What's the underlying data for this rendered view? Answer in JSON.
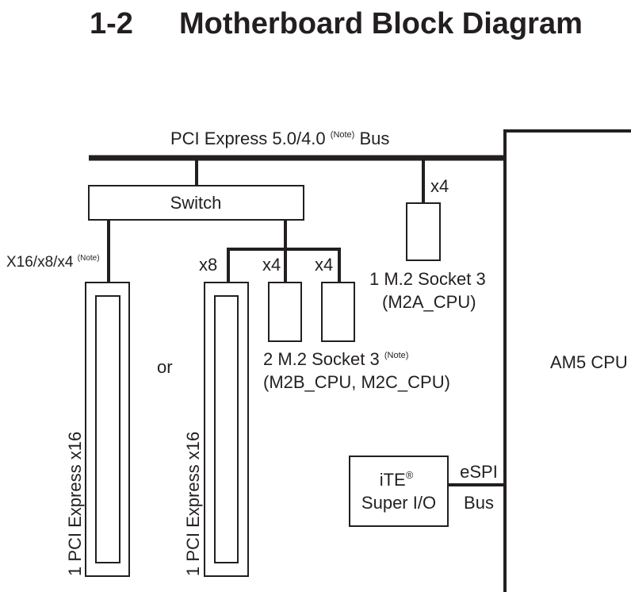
{
  "title": {
    "number": "1-2",
    "text": "Motherboard Block Diagram"
  },
  "bus": {
    "label": "PCI Express 5.0/4.0",
    "note": "(Note)",
    "suffix": "Bus"
  },
  "switch": {
    "label": "Switch"
  },
  "pcie_left": {
    "lanes": "X16/x8/x4",
    "note": "(Note)",
    "label": "1 PCI Express x16"
  },
  "or_label": "or",
  "pcie_right": {
    "lanes": "x8",
    "label": "1 PCI Express x16"
  },
  "m2_switch": {
    "lanes_b": "x4",
    "lanes_c": "x4",
    "label": "2 M.2 Socket 3",
    "note": "(Note)",
    "sublabel": "(M2B_CPU, M2C_CPU)"
  },
  "m2_cpu": {
    "lanes": "x4",
    "label": "1 M.2 Socket 3",
    "sublabel": "(M2A_CPU)"
  },
  "cpu": {
    "label": "AM5 CPU"
  },
  "superio": {
    "line1": "iTE",
    "reg": "®",
    "line2": "Super I/O"
  },
  "espi": {
    "line1": "eSPI",
    "line2": "Bus"
  }
}
